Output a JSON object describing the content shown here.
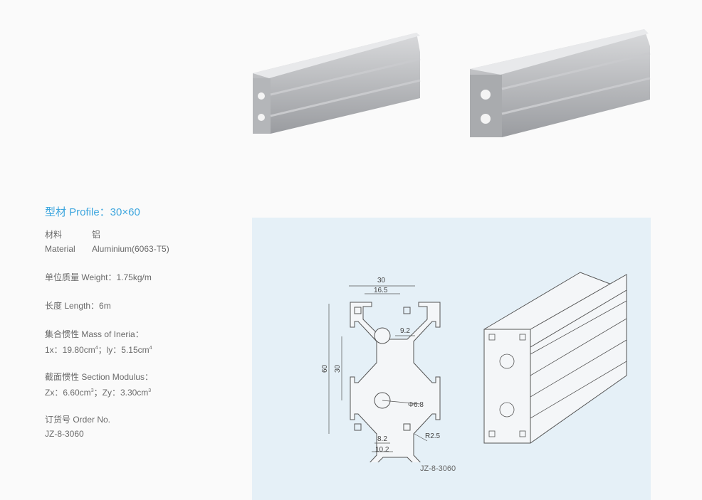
{
  "title": "型材 Profile：30×60",
  "material": {
    "label_cn": "材料",
    "value_cn": "铝",
    "label_en": "Material",
    "value_en": "Aluminium(6063-T5)"
  },
  "weight": "单位质量 Weight：1.75kg/m",
  "length": "长度 Length：6m",
  "inertia": {
    "label": "集合惯性 Mass of Ineria：",
    "ix": "1x：19.80cm",
    "ix_exp": "4",
    "sep": "；",
    "iy": "ly：5.15cm",
    "iy_exp": "4"
  },
  "modulus": {
    "label": "截面惯性 Section Modulus：",
    "zx": "Zx：6.60cm",
    "zx_exp": "3",
    "sep": "；",
    "zy": "Zy：3.30cm",
    "zy_exp": "3"
  },
  "order": {
    "label": "订货号 Order No.",
    "value": "JZ-8-3060"
  },
  "drawing": {
    "dims": {
      "width": "30",
      "slot_span": "16.5",
      "height": "60",
      "pitch": "30",
      "offset": "9.2",
      "hole": "Φ6.8",
      "radius": "R2.5",
      "slot_inner": "8.2",
      "slot_outer": "10.2"
    },
    "code": "JZ-8-3060"
  }
}
